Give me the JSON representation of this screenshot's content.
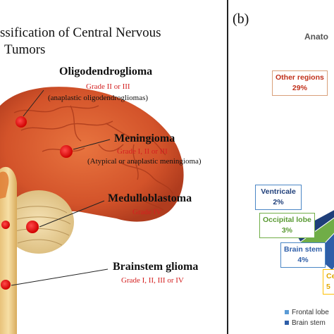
{
  "left": {
    "title_line1": "ssification of Central Nervous",
    "title_line2": "Tumors",
    "tumors": [
      {
        "name": "Oligodendroglioma",
        "grade": "Grade II or III",
        "note": "(anaplastic oligodendrogliomas)"
      },
      {
        "name": "Meningioma",
        "grade": "Grade I, II or III",
        "note": "(Atypical or anaplastic meningioma)"
      },
      {
        "name": "Medulloblastoma",
        "grade": "Grade IV",
        "note": ""
      },
      {
        "name": "Brainstem glioma",
        "grade": "Grade I, II, III or IV",
        "note": ""
      }
    ]
  },
  "right": {
    "panel_label": "(b)",
    "chart_title": "Anato",
    "chart_data": {
      "type": "pie",
      "title": "Anato",
      "slices": [
        {
          "label": "Other regions",
          "value": 29,
          "value_label": "29%",
          "color": "#9c4a16"
        },
        {
          "label": "Ventricale",
          "value": 2,
          "value_label": "2%",
          "color": "#1f3f7a"
        },
        {
          "label": "Occipital lobe",
          "value": 3,
          "value_label": "3%",
          "color": "#70ad47"
        },
        {
          "label": "Brain stem",
          "value": 4,
          "value_label": "4%",
          "color": "#2e5ea8"
        },
        {
          "label": "Cereb",
          "value": 5,
          "value_label": "5",
          "color": "#ffc000"
        }
      ],
      "legend": [
        "Frontal lobe",
        "Brain stem"
      ],
      "legend_colors": [
        "#5b9bd5",
        "#2e5ea8"
      ],
      "legend_position": "bottom"
    }
  }
}
